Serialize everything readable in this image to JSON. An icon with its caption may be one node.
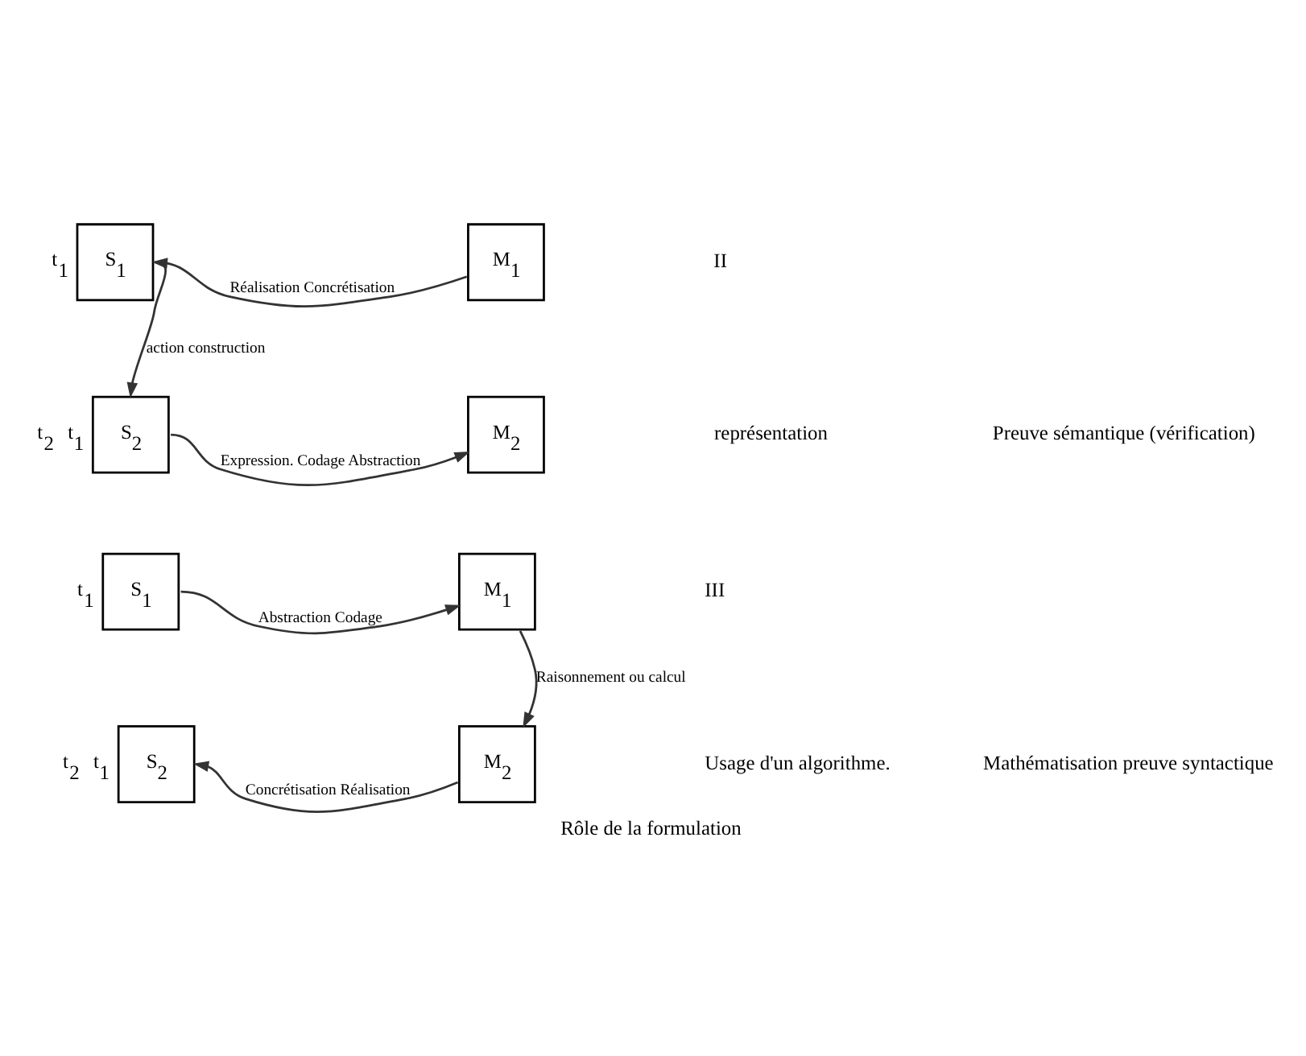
{
  "diagram": {
    "caption": "Rôle de la formulation",
    "nodes": [
      {
        "text": [
          "S$_{1}$"
        ],
        "beside": [
          "t$_{1}$"
        ]
      },
      {
        "text": [
          "M$_{1}$"
        ]
      },
      {
        "text": [
          "S$_{2}$"
        ],
        "beside": [
          "t$_{2}$ t$_{1}$"
        ]
      },
      {
        "text": [
          "M$_{2}$"
        ]
      },
      {
        "text": [
          "S$_{1}$"
        ],
        "beside": [
          "t$_{1}$"
        ]
      },
      {
        "text": [
          "M$_{1}$"
        ]
      },
      {
        "text": [
          "S$_{2}$"
        ],
        "beside": [
          "t$_{2}$ t$_{1}$"
        ]
      },
      {
        "text": [
          "M$_{2}$"
        ]
      }
    ],
    "edges": [
      {
        "from": 1,
        "to": 0,
        "arrow": "to",
        "label": "Réalisation Concrétisation"
      },
      {
        "from": 0,
        "to": 2,
        "arrow": "to",
        "label": "action construction"
      },
      {
        "from": 2,
        "to": 3,
        "arrow": "to",
        "label": "Expression. Codage Abstraction"
      },
      {
        "from": 4,
        "to": 5,
        "arrow": "to",
        "label": "Abstraction Codage"
      },
      {
        "from": 5,
        "to": 7,
        "arrow": "to",
        "label": "Raisonnement ou calcul"
      },
      {
        "from": 7,
        "to": 6,
        "arrow": "to",
        "label": "Concrétisation Réalisation"
      }
    ],
    "labels": [
      "représentation",
      "II",
      "Preuve sémantique (vérification)",
      "III",
      "Usage d'un algorithme.",
      "Mathématisation preuve syntactique"
    ]
  }
}
